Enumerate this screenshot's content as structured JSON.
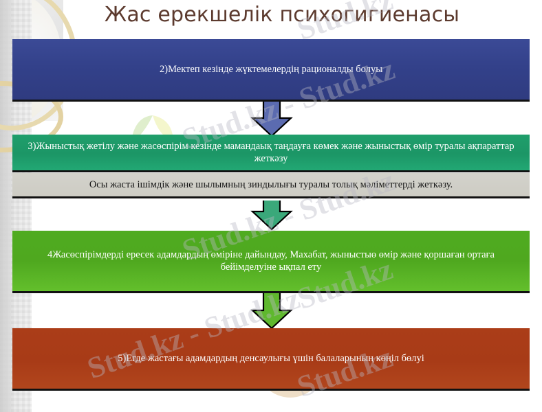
{
  "slide": {
    "title": "Жас ерекшелік психогигиенасы",
    "title_color": "#5c3a2e",
    "background_color": "#ffffff"
  },
  "flow": {
    "steps": [
      {
        "id": "step-2",
        "text": "2)Мектеп кезінде жүктемелердің рационалды болуы",
        "color": "#33418a",
        "text_color": "#ffffff"
      },
      {
        "id": "step-3",
        "text": "3)Жыныстық жетілу және жасөспірім кезінде мамандаық таңдауға көмек және жыныстық өмір туралы ақпараттар жеткәзу",
        "color": "#1c9666",
        "text_color": "#ffffff"
      },
      {
        "id": "step-3-note",
        "text": "Осы жаста ішімдік және шылымның зиндылығы туралы толық мәліметтерді жеткәзу.",
        "color": "#d0cfc8",
        "text_color": "#151515"
      },
      {
        "id": "step-4",
        "text": "4Жасөспірімдерді ересек адамдардың өміріне дайындау, Махабат, жыныстыө өмір және қоршаған ортаға бейімделуіне ықпал ету",
        "color": "#4fa81f",
        "text_color": "#ffffff"
      },
      {
        "id": "step-5",
        "text": "5)Егде жастағы адамдардың денсаулығы үшін балаларының көңіл бөлуі",
        "color": "#a83b17",
        "text_color": "#ffffff"
      }
    ],
    "connectors": [
      {
        "id": "arrow-1",
        "direction": "down",
        "color": "#5b6bb0",
        "outline": "#000000"
      },
      {
        "id": "arrow-2",
        "direction": "down",
        "color": "#3aa87a",
        "outline": "#000000"
      },
      {
        "id": "arrow-3",
        "direction": "down",
        "color": "#5fb82e",
        "outline": "#000000"
      }
    ]
  },
  "watermark": {
    "text": "Stud.kz",
    "text_alt": "Stud.kz - Stud.kz",
    "color": "#b9b9c4"
  }
}
